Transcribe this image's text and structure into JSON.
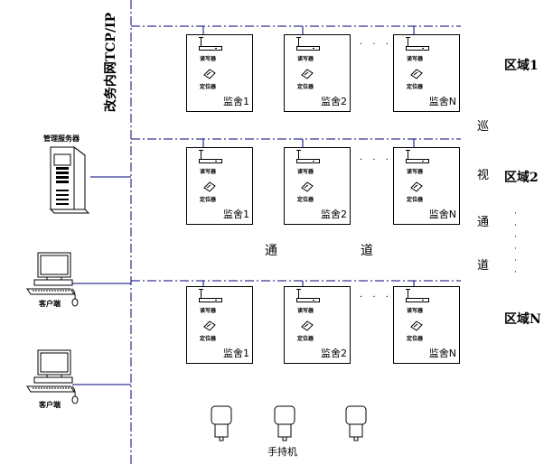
{
  "network_label": "改务内网TCP/IP",
  "server_label": "管理服务器",
  "client_labels": [
    "客户端",
    "客户端"
  ],
  "zones": [
    {
      "label": "区域1",
      "cells": [
        "监舍1",
        "监舍2",
        "监舍N"
      ],
      "separator": "· · ·"
    },
    {
      "label": "区域2",
      "cells": [
        "监舍1",
        "监舍2",
        "监舍N"
      ],
      "separator": "· · ·"
    },
    {
      "label": "区域N",
      "cells": [
        "监舍1",
        "监舍2",
        "监舍N"
      ],
      "separator": "· · ·"
    }
  ],
  "device_labels": {
    "reader": "读写器",
    "locator": "定位器"
  },
  "corridor_chars": [
    "通",
    "道"
  ],
  "patrol_chars": [
    "巡",
    "视",
    "通",
    "道"
  ],
  "vertical_dots": "·\n·\n·\n·\n·\n·",
  "handheld_label": "手持机",
  "colors": {
    "network_line": "#00007a",
    "stroke": "#000000"
  }
}
